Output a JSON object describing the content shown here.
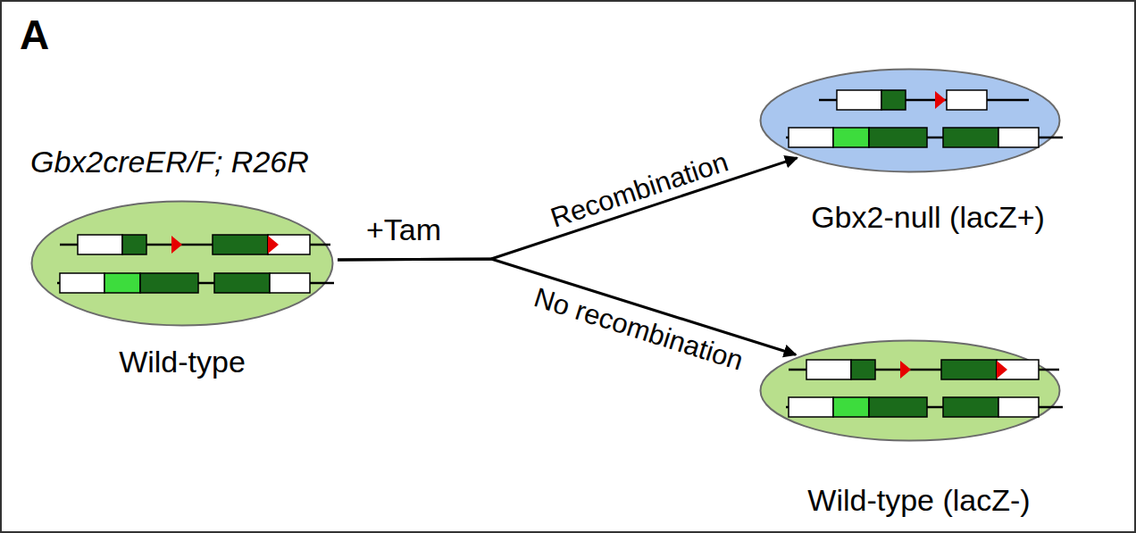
{
  "diagram": {
    "nodes": [
      {
        "text": [
          "Gbx2creER/F; R26R",
          "Wild-type"
        ]
      },
      {
        "text": [
          "Gbx2-null (lacZ+)"
        ]
      },
      {
        "text": [
          "Wild-type (lacZ-)"
        ]
      }
    ],
    "edges": [
      {
        "from": 0,
        "to": 1,
        "arrow": "to",
        "label": "Recombination"
      },
      {
        "from": 0,
        "to": 2,
        "arrow": "to",
        "label": "No recombination"
      }
    ],
    "labels": [
      "A",
      "+Tam"
    ]
  }
}
